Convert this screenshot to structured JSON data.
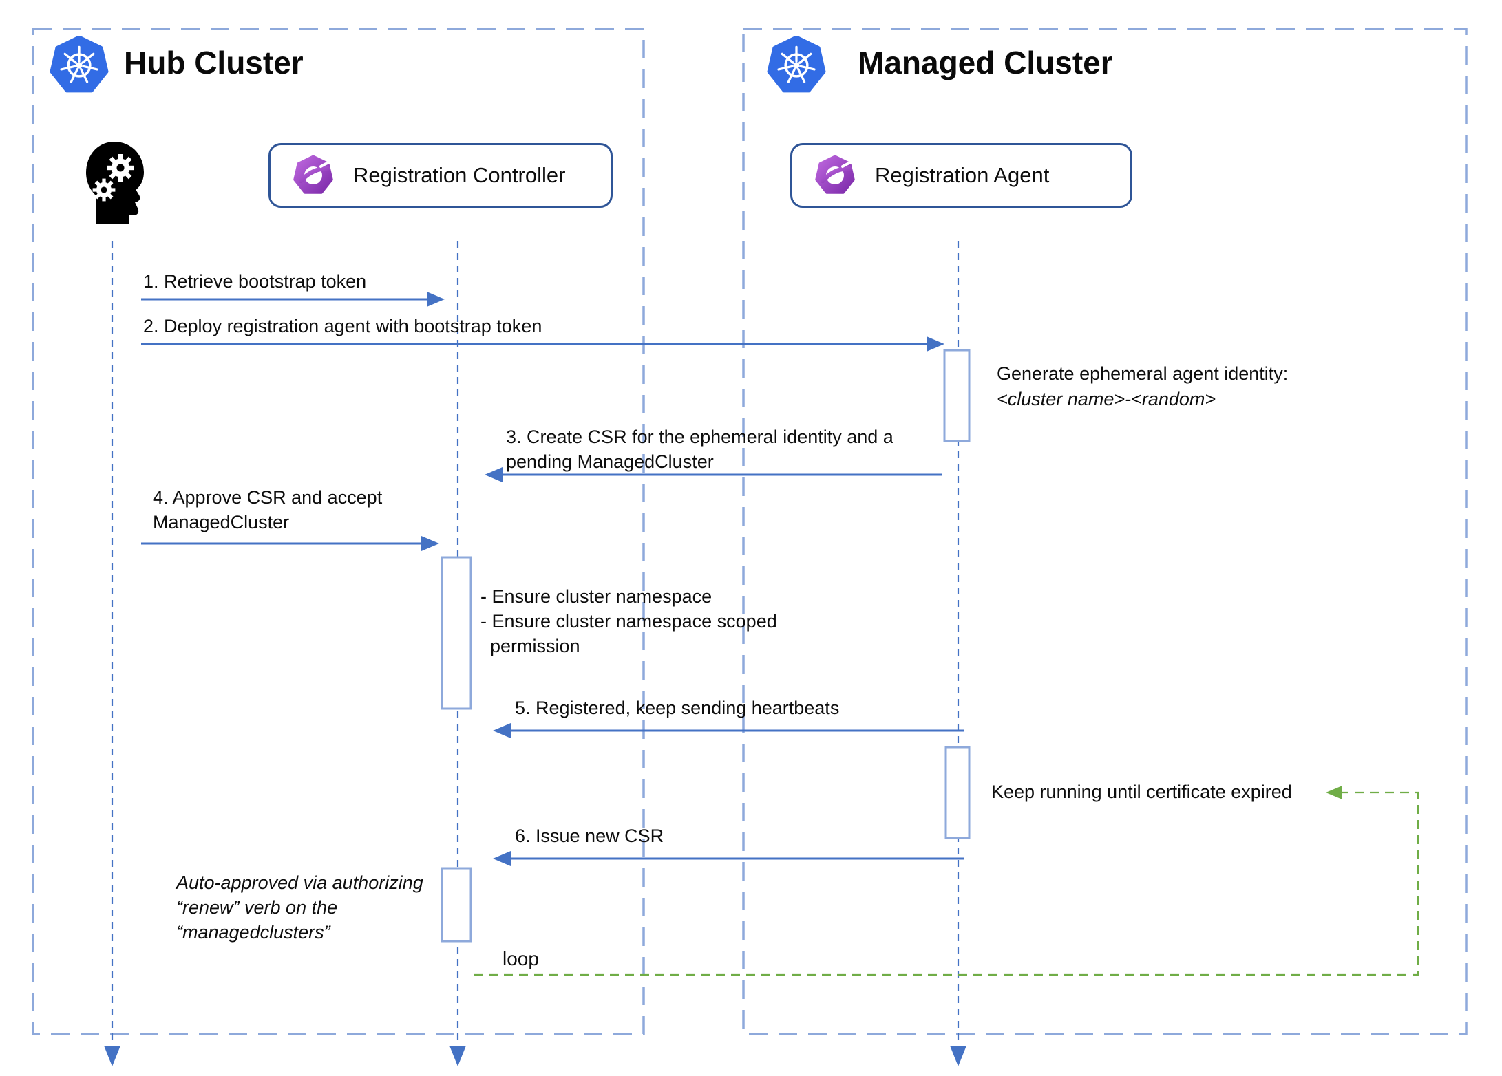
{
  "diagram": {
    "type": "sequence-diagram",
    "hub": {
      "title": "Hub Cluster",
      "participant": "Registration Controller"
    },
    "managed": {
      "title": "Managed Cluster",
      "participant": "Registration Agent"
    },
    "messages": {
      "m1": "1. Retrieve bootstrap token",
      "m2": "2. Deploy registration agent with bootstrap token",
      "m3_line1": "3. Create CSR for the ephemeral identity and a",
      "m3_line2": "pending ManagedCluster",
      "m4_line1": "4. Approve CSR and accept",
      "m4_line2": "ManagedCluster",
      "m5": "5. Registered, keep sending heartbeats",
      "m6": "6. Issue new CSR"
    },
    "notes": {
      "identity_line1": "Generate ephemeral agent identity:",
      "identity_line2": "<cluster name>-<random>",
      "ensure_line1": "- Ensure cluster namespace",
      "ensure_line2": "- Ensure cluster namespace scoped",
      "ensure_line3": "permission",
      "keep_running": "Keep running until certificate expired",
      "auto_line1": "Auto-approved via authorizing",
      "auto_line2": "“renew” verb on the",
      "auto_line3": "“managedclusters”",
      "loop_label": "loop"
    },
    "icons": {
      "hub_logo": "kubernetes-icon",
      "managed_logo": "kubernetes-icon",
      "controller_logo": "ocm-icon",
      "agent_logo": "ocm-icon",
      "actor_icon": "human-head-gears-icon"
    },
    "colors": {
      "arrow_blue": "#4472C4",
      "frame_dash_blue": "#8EA9DB",
      "participant_border_blue": "#2F5597",
      "loop_green": "#70AD47",
      "kubernetes_blue": "#326CE5",
      "ocm_purple_light": "#C06AE0",
      "ocm_purple_dark": "#7A28A8"
    }
  }
}
